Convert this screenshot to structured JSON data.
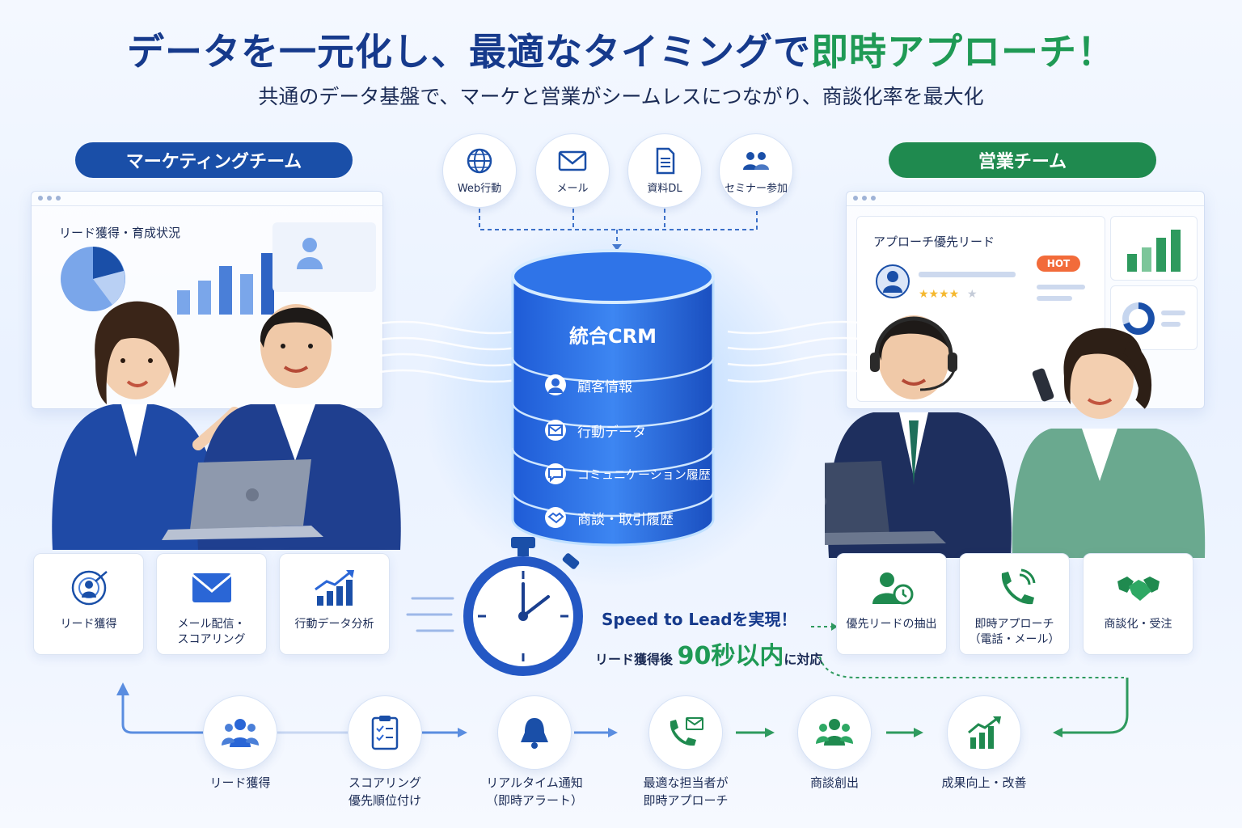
{
  "headline": {
    "part1": "データを一元化し、最適なタイミングで",
    "part2": "即時アプローチ！"
  },
  "subheadline": "共通のデータ基盤で、マーケと営業がシームレスにつながり、商談化率を最大化",
  "teams": {
    "marketing": "マーケティングチーム",
    "sales": "営業チーム"
  },
  "sources": [
    {
      "label": "Web行動",
      "icon": "globe-icon"
    },
    {
      "label": "メール",
      "icon": "mail-icon"
    },
    {
      "label": "資料DL",
      "icon": "document-icon"
    },
    {
      "label": "セミナー参加",
      "icon": "people-icon"
    }
  ],
  "marketing_dashboard": {
    "title": "リード獲得・育成状況"
  },
  "sales_dashboard": {
    "title": "アプローチ優先リード",
    "badge": "HOT"
  },
  "crm": {
    "title": "統合CRM",
    "layers": [
      {
        "label": "顧客情報",
        "icon": "person-icon"
      },
      {
        "label": "行動データ",
        "icon": "mail-icon"
      },
      {
        "label": "コミュニケーション履歴",
        "icon": "chat-icon"
      },
      {
        "label": "商談・取引履歴",
        "icon": "handshake-icon"
      }
    ]
  },
  "speed": {
    "line1": "Speed to Leadを実現！",
    "prefix": "リード獲得後",
    "highlight": "90秒以内",
    "suffix": "に対応"
  },
  "marketing_cards": [
    {
      "label": "リード獲得",
      "icon": "target-person-icon"
    },
    {
      "label": "メール配信・\nスコアリング",
      "icon": "envelope-icon"
    },
    {
      "label": "行動データ分析",
      "icon": "growth-chart-icon"
    }
  ],
  "sales_cards": [
    {
      "label": "優先リードの抽出",
      "icon": "person-clock-icon"
    },
    {
      "label": "即時アプローチ\n（電話・メール）",
      "icon": "phone-icon"
    },
    {
      "label": "商談化・受注",
      "icon": "handshake-icon"
    }
  ],
  "flow": [
    {
      "label": "リード獲得",
      "icon": "group-icon"
    },
    {
      "label": "スコアリング\n優先順位付け",
      "icon": "clipboard-icon"
    },
    {
      "label": "リアルタイム通知\n（即時アラート）",
      "icon": "bell-icon"
    },
    {
      "label": "最適な担当者が\n即時アプローチ",
      "icon": "phone-mail-icon"
    },
    {
      "label": "商談創出",
      "icon": "meeting-icon"
    },
    {
      "label": "成果向上・改善",
      "icon": "growth-icon"
    }
  ],
  "colors": {
    "navy": "#163a8c",
    "blue": "#1a4fa8",
    "green": "#1f8a4f",
    "accent_green": "#1f9a55"
  }
}
